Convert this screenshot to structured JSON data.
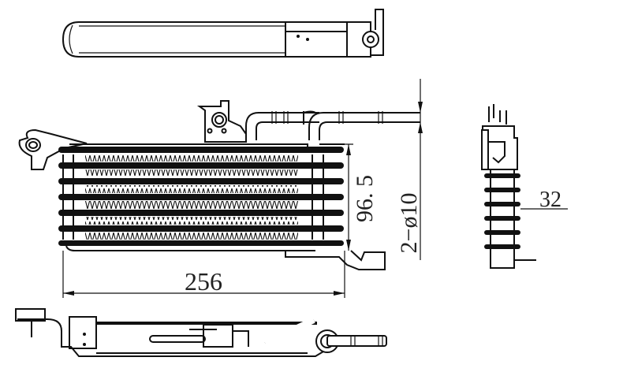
{
  "drawing": {
    "title": "Oil cooler technical drawing",
    "views": [
      "top-view",
      "front-view",
      "side-view",
      "bottom-view"
    ],
    "dimensions": {
      "width": "256",
      "core_height": "96. 5",
      "pipe_diameter": "2−ø10",
      "thickness": "32"
    },
    "colors": {
      "line": "#111111",
      "background": "#ffffff"
    }
  }
}
